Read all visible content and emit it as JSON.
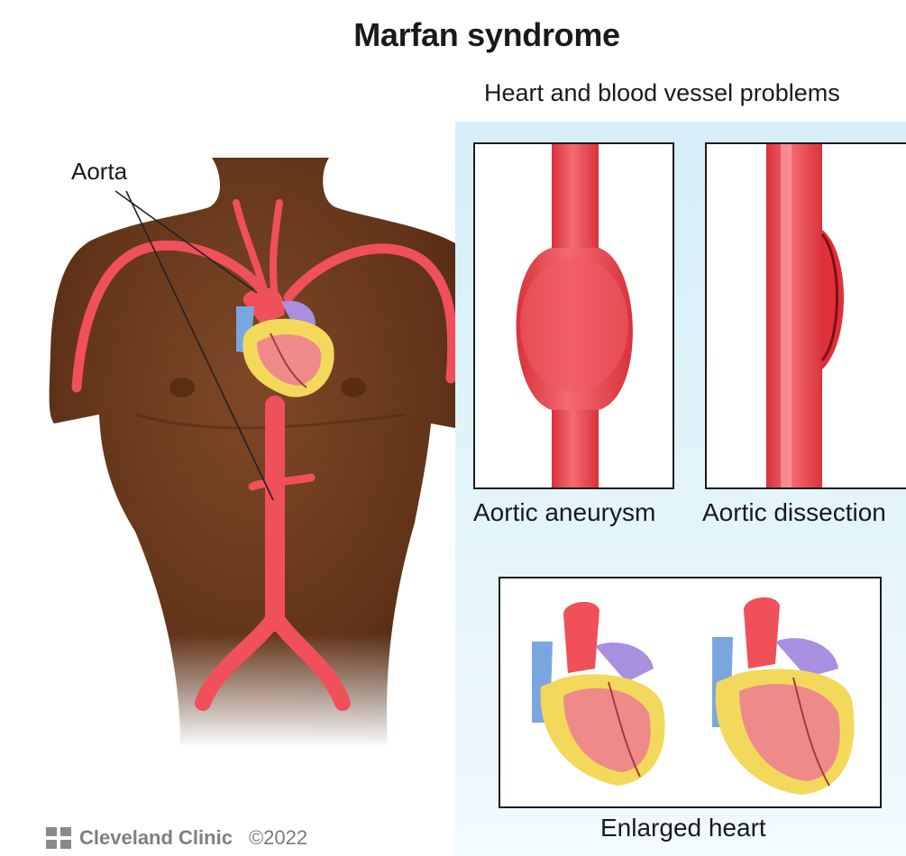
{
  "title": "Marfan syndrome",
  "subtitle": "Heart and blood vessel problems",
  "labels": {
    "aorta": "Aorta",
    "aneurysm": "Aortic aneurysm",
    "dissection": "Aortic dissection",
    "enlarged": "Enlarged heart"
  },
  "brand": {
    "name": "Cleveland Clinic",
    "copyright": "©2022"
  },
  "colors": {
    "skin": "#6b3a1f",
    "artery": "#f0505a",
    "panel": "#d6eef8"
  }
}
